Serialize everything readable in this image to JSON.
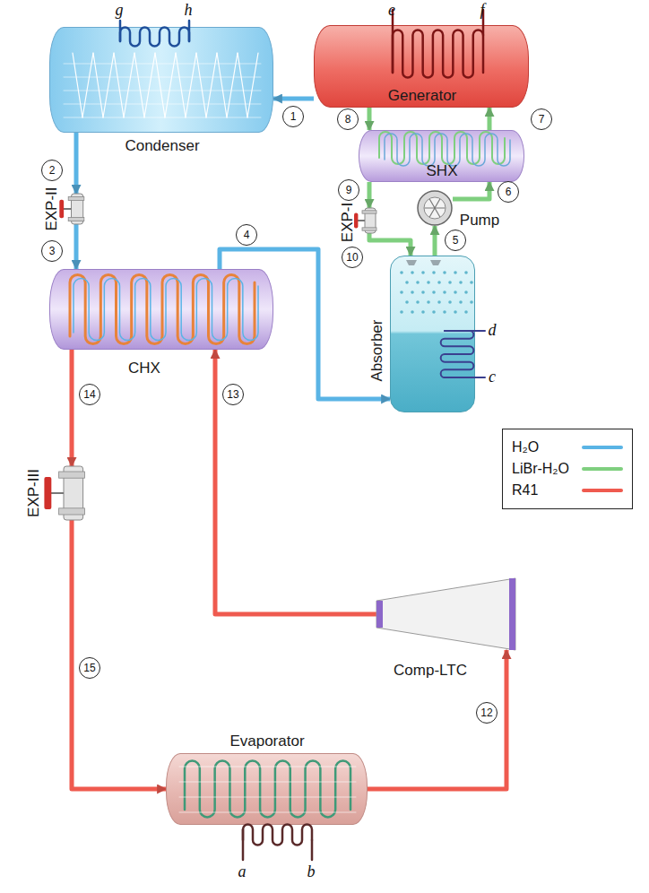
{
  "diagram": {
    "nodes": [
      {
        "text": [
          "Condenser"
        ]
      },
      {
        "text": [
          "Generator"
        ]
      },
      {
        "text": [
          "EXP-II"
        ]
      },
      {
        "text": [
          "SHX"
        ]
      },
      {
        "text": [
          "EXP-I"
        ]
      },
      {
        "text": [
          "Pump"
        ]
      },
      {
        "text": [
          "CHX"
        ]
      },
      {
        "text": [
          "Absorber"
        ]
      },
      {
        "text": [
          "Comp-LTC"
        ]
      },
      {
        "text": [
          "EXP-III"
        ]
      },
      {
        "text": [
          "Evaporator"
        ]
      }
    ],
    "edges": [
      {
        "from": 1,
        "to": 0,
        "arrow": "to",
        "label": "1"
      },
      {
        "from": 0,
        "to": 2,
        "arrow": "to",
        "label": "2"
      },
      {
        "from": 2,
        "to": 6,
        "arrow": "to",
        "label": "3"
      },
      {
        "from": 6,
        "to": 7,
        "arrow": "to",
        "label": "4"
      },
      {
        "from": 7,
        "to": 5,
        "arrow": "to",
        "label": "5"
      },
      {
        "from": 5,
        "to": 3,
        "arrow": "to",
        "label": "6"
      },
      {
        "from": 3,
        "to": 1,
        "arrow": "to",
        "label": "7"
      },
      {
        "from": 1,
        "to": 3,
        "arrow": "to",
        "label": "8"
      },
      {
        "from": 3,
        "to": 4,
        "arrow": "to",
        "label": "9"
      },
      {
        "from": 4,
        "to": 7,
        "arrow": "to",
        "label": "10"
      },
      {
        "from": 10,
        "to": 8,
        "arrow": "to",
        "label": "12"
      },
      {
        "from": 8,
        "to": 6,
        "arrow": "to",
        "label": "13"
      },
      {
        "from": 6,
        "to": 9,
        "arrow": "to",
        "label": "14"
      },
      {
        "from": 9,
        "to": 10,
        "arrow": "to",
        "label": "15"
      }
    ],
    "labels": [
      "g",
      "h",
      "e",
      "f",
      "d",
      "c",
      "a",
      "b"
    ],
    "legend": [
      {
        "text": "H₂O",
        "color": "#5ab4e5"
      },
      {
        "text": "LiBr-H₂O",
        "color": "#7fcf7f"
      },
      {
        "text": "R41",
        "color": "#ef5a4f"
      }
    ]
  }
}
